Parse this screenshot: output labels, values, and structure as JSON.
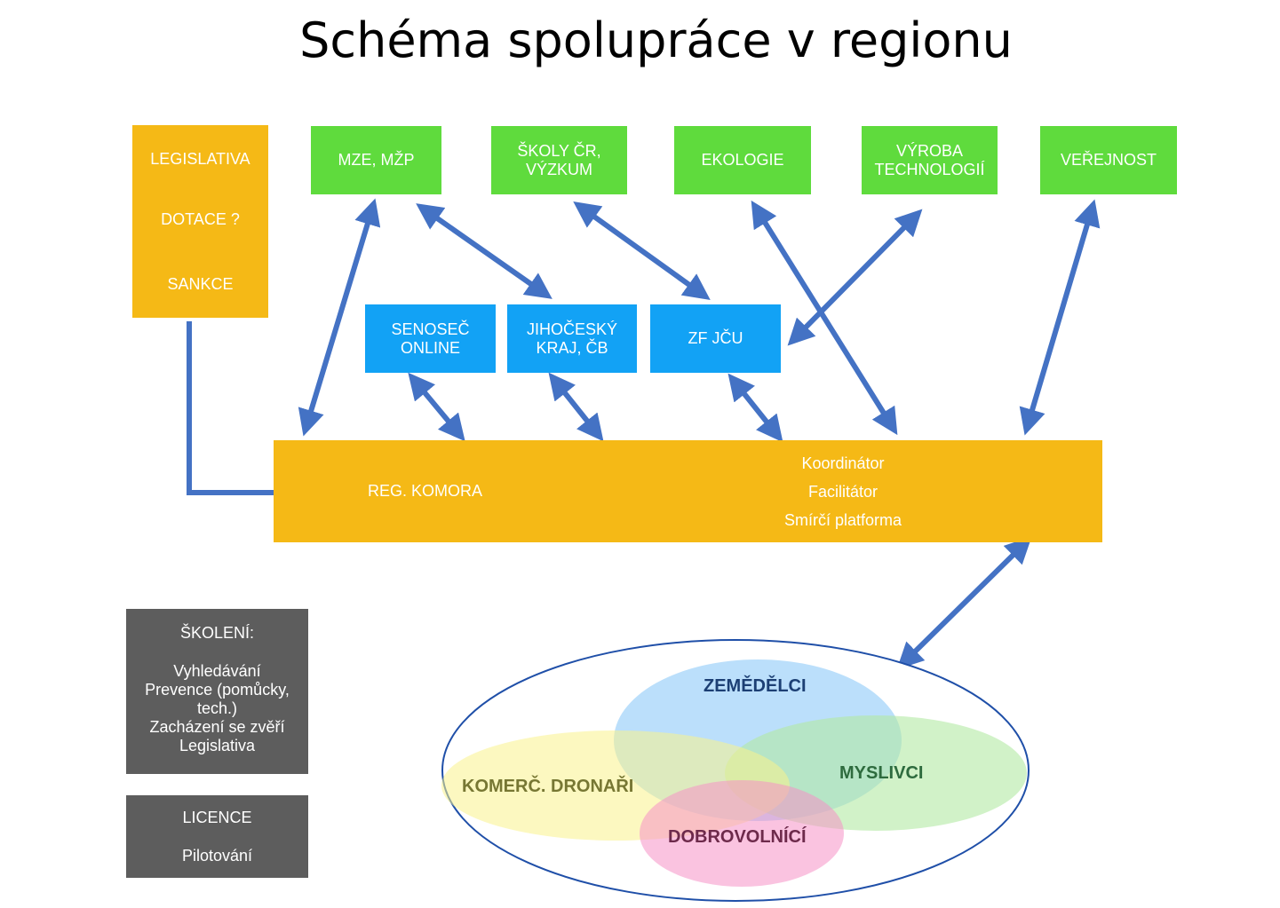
{
  "title": "Schéma spolupráce v regionu",
  "colors": {
    "green": "#5fdb3d",
    "blue": "#12a2f5",
    "orange": "#f5b916",
    "gray": "#5d5d5d",
    "arrow": "#4472c4"
  },
  "legal_box": {
    "items": [
      "LEGISLATIVA",
      "DOTACE ?",
      "SANKCE"
    ]
  },
  "top_row": [
    {
      "lines": [
        "MZE, MŽP"
      ]
    },
    {
      "lines": [
        "ŠKOLY ČR,",
        "VÝZKUM"
      ]
    },
    {
      "lines": [
        "EKOLOGIE"
      ]
    },
    {
      "lines": [
        "VÝROBA",
        "TECHNOLOGIÍ"
      ]
    },
    {
      "lines": [
        "VEŘEJNOST"
      ]
    }
  ],
  "middle_row": [
    {
      "lines": [
        "SENOSEČ",
        "ONLINE"
      ]
    },
    {
      "lines": [
        "JIHOČESKÝ",
        "KRAJ, ČB"
      ]
    },
    {
      "lines": [
        "ZF JČU"
      ]
    }
  ],
  "chamber": {
    "label": "REG. KOMORA",
    "roles": [
      "Koordinátor",
      "Facilitátor",
      "Smírčí platforma"
    ]
  },
  "training": {
    "heading": "ŠKOLENÍ:",
    "items": [
      "Vyhledávání",
      "Prevence (pomůcky,",
      "tech.)",
      "Zacházení se zvěří",
      "Legislativa"
    ]
  },
  "license": {
    "items": [
      "LICENCE",
      "Pilotování"
    ]
  },
  "groups": {
    "farmers": "ZEMĚDĚLCI",
    "hunters": "MYSLIVCI",
    "drone_operators": "KOMERČ. DRONAŘI",
    "volunteers": "DOBROVOLNÍCÍ"
  }
}
